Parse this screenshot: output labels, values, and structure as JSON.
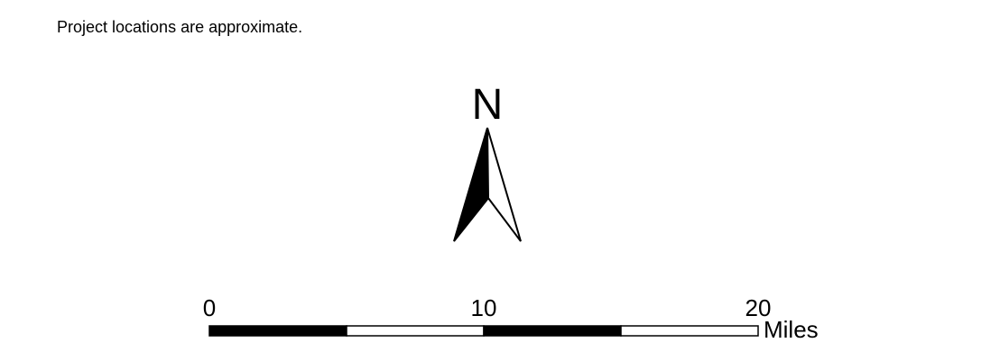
{
  "note": {
    "text": "Project locations are approximate."
  },
  "north_arrow": {
    "label": "N",
    "icon": "north-arrow-icon"
  },
  "scale_bar": {
    "ticks": [
      {
        "value": 0,
        "label": "0"
      },
      {
        "value": 10,
        "label": "10"
      },
      {
        "value": 20,
        "label": "20"
      }
    ],
    "max": 20,
    "segments": 4,
    "unit": "Miles"
  },
  "colors": {
    "ink": "#000000",
    "paper": "#ffffff"
  }
}
